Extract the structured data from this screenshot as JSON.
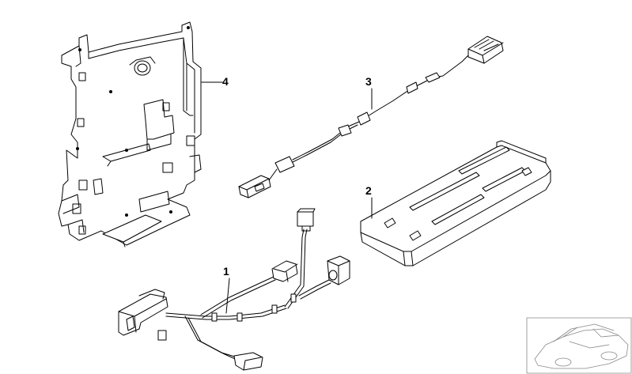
{
  "callouts": {
    "part_1": "1",
    "part_2": "2",
    "part_3": "3",
    "part_4": "4"
  },
  "colors": {
    "line": "#000000",
    "background": "#ffffff",
    "thumbnail_line": "#888888"
  }
}
